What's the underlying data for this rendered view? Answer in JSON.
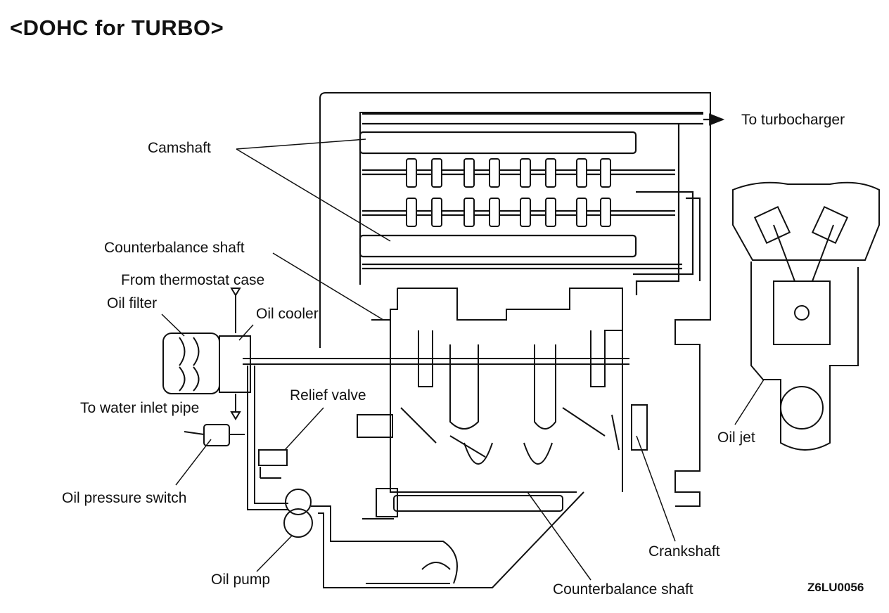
{
  "diagram": {
    "title": "<DOHC for TURBO>",
    "figure_code": "Z6LU0056",
    "labels": {
      "to_turbocharger": "To turbocharger",
      "camshaft": "Camshaft",
      "counterbalance_shaft_upper": "Counterbalance shaft",
      "from_thermostat_case": "From thermostat case",
      "oil_filter": "Oil filter",
      "oil_cooler": "Oil cooler",
      "relief_valve": "Relief valve",
      "to_water_inlet_pipe": "To water inlet pipe",
      "oil_pressure_switch": "Oil pressure switch",
      "oil_pump": "Oil pump",
      "crankshaft": "Crankshaft",
      "counterbalance_shaft_lower": "Counterbalance shaft",
      "oil_jet": "Oil jet"
    }
  }
}
